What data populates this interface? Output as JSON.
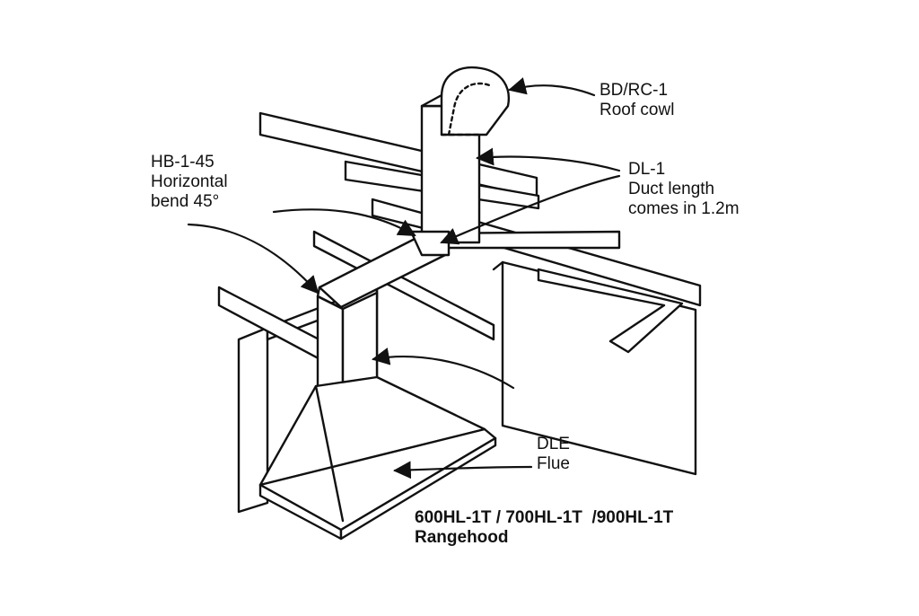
{
  "labels": {
    "roof_cowl": {
      "code": "BD/RC-1",
      "name": "Roof cowl"
    },
    "duct_length": {
      "code": "DL-1",
      "line2": "Duct length",
      "line3": "comes in 1.2m"
    },
    "horizontal_bend": {
      "code": "HB-1-45",
      "line2": "Horizontal",
      "line3": "bend 45°"
    },
    "flue": {
      "code": "DLE",
      "name": "Flue"
    },
    "rangehood": {
      "models": "600HL-1T / 700HL-1T  /900HL-1T",
      "name": "Rangehood"
    }
  },
  "colors": {
    "ink": "#111111",
    "paper": "#ffffff"
  }
}
